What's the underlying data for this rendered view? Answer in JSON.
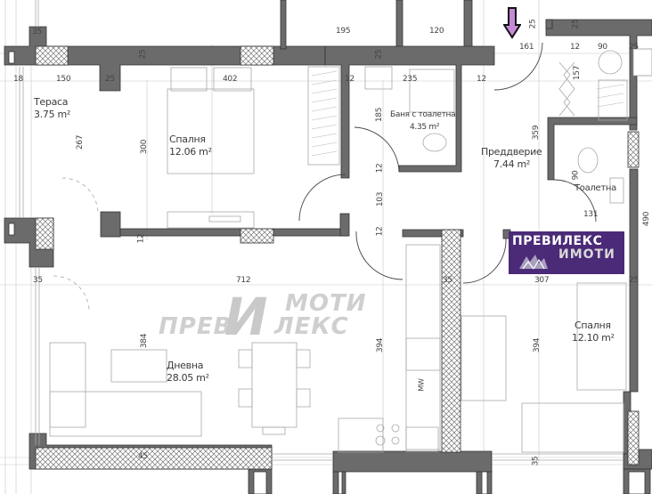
{
  "plan": {
    "rooms": [
      {
        "id": "terrace",
        "name": "Тераса",
        "area": "3.75 m²"
      },
      {
        "id": "bedroom1",
        "name": "Спалня",
        "area": "12.06 m²"
      },
      {
        "id": "bathroom",
        "name": "Баня с тоалетна",
        "area": "4.35 m²"
      },
      {
        "id": "hall",
        "name": "Преддверие",
        "area": "7.44 m²"
      },
      {
        "id": "toilet",
        "name": "Тоалетна",
        "area": ""
      },
      {
        "id": "living",
        "name": "Дневна",
        "area": "28.05 m²"
      },
      {
        "id": "bedroom2",
        "name": "Спалня",
        "area": "12.10 m²"
      }
    ],
    "dimensions": {
      "d35_tl": "35",
      "d18": "18",
      "d150": "150",
      "d25_a": "25",
      "d25_b": "25",
      "d402": "402",
      "d195": "195",
      "d120": "120",
      "d25_c": "25",
      "d235": "235",
      "d12_a": "12",
      "d12_b": "12",
      "d161": "161",
      "d25_d": "25",
      "d25_e": "25",
      "d12_c": "12",
      "d90_a": "90",
      "d25_f": "25",
      "d157": "157",
      "d185": "185",
      "d359": "359",
      "d267": "267",
      "d300": "300",
      "d12_d": "12",
      "d103": "103",
      "d12_e": "12",
      "d90_b": "90",
      "d131": "131",
      "d35_ml": "35",
      "d712": "712",
      "d35_mid": "35",
      "d307": "307",
      "d25_g": "25",
      "d384": "384",
      "d394_a": "394",
      "d394_b": "394",
      "d45": "45",
      "d35_b": "35",
      "d12_f": "12",
      "d490": "490"
    },
    "appliance_label": "MW",
    "entrance_marker": "arrow-down-icon"
  },
  "branding": {
    "watermark_line1": "МОТИ",
    "watermark_line2_left": "ПРЕВ",
    "watermark_big_letter": "И",
    "watermark_line2_right": "ЛЕКС",
    "logo_line1": "ПРЕВИЛЕКС",
    "logo_line2": "ИМОТИ",
    "logo_bg": "#4b2a78",
    "wall_color": "#6b6b6b",
    "arrow_color": "#b070c8"
  }
}
